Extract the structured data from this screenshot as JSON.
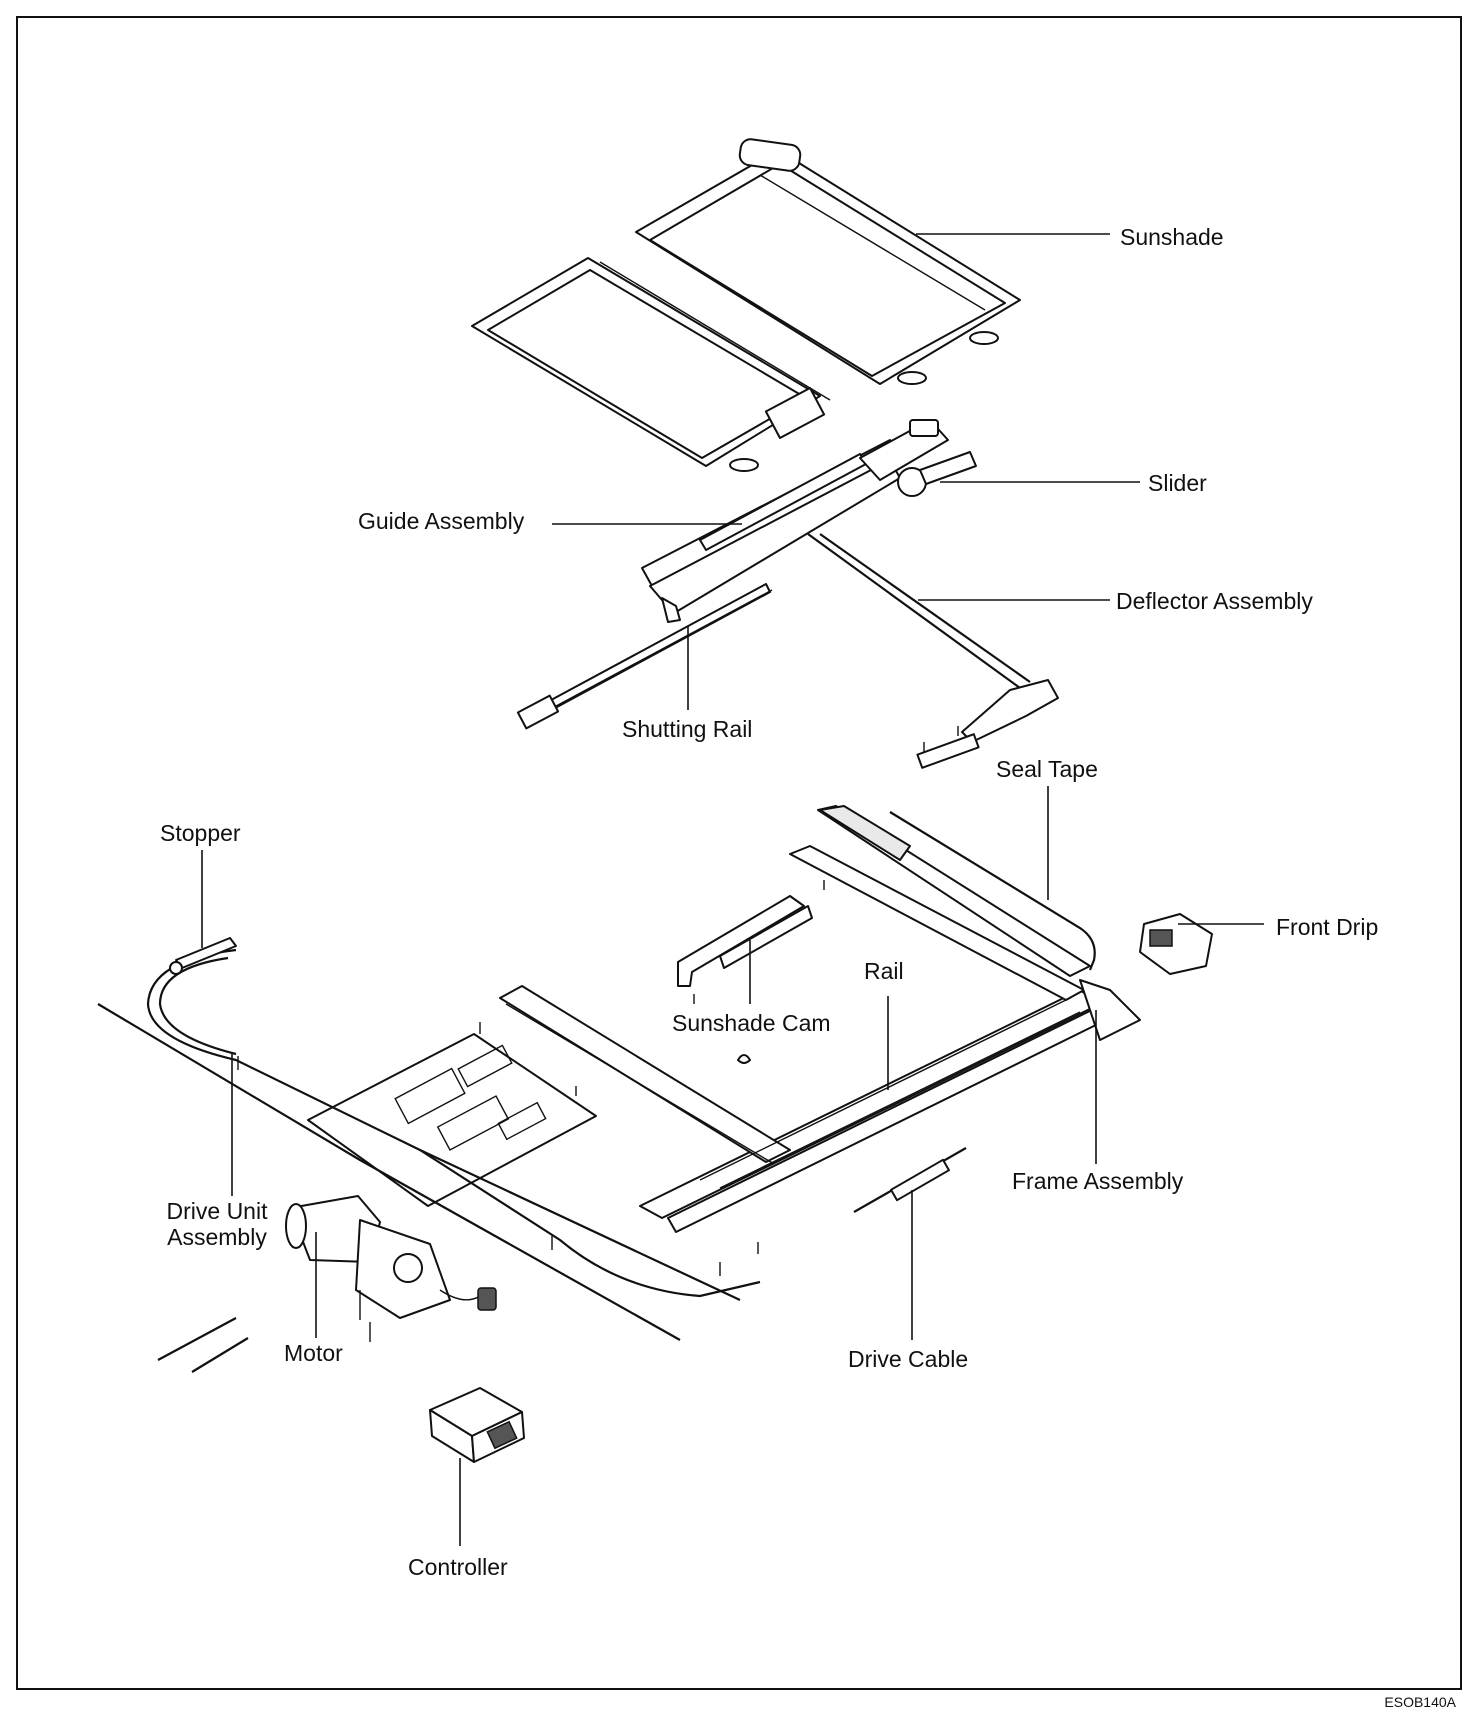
{
  "labels": {
    "sunshade": "Sunshade",
    "slider": "Slider",
    "guide_assembly": "Guide Assembly",
    "deflector_assembly": "Deflector Assembly",
    "shutting_rail": "Shutting Rail",
    "seal_tape": "Seal Tape",
    "stopper": "Stopper",
    "front_drip": "Front Drip",
    "rail": "Rail",
    "sunshade_cam": "Sunshade Cam",
    "drive_unit_assembly_line1": "Drive Unit",
    "drive_unit_assembly_line2": "Assembly",
    "frame_assembly": "Frame Assembly",
    "motor": "Motor",
    "drive_cable": "Drive Cable",
    "controller": "Controller"
  },
  "figure_id": "ESOB140A"
}
